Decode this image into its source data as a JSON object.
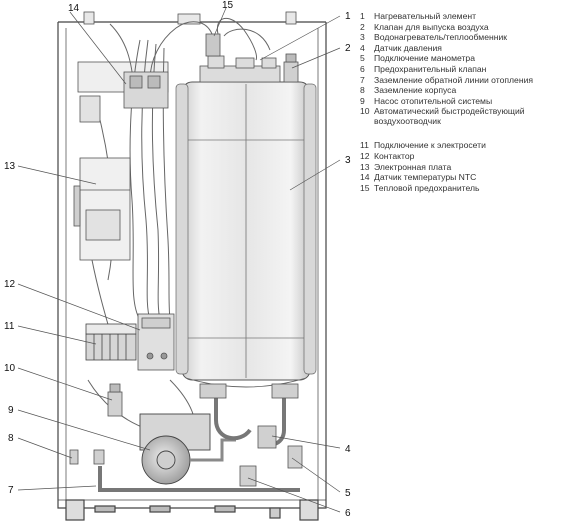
{
  "callouts": [
    {
      "id": "c1",
      "label": "1"
    },
    {
      "id": "c2",
      "label": "2"
    },
    {
      "id": "c3",
      "label": "3"
    },
    {
      "id": "c4",
      "label": "4"
    },
    {
      "id": "c5",
      "label": "5"
    },
    {
      "id": "c6",
      "label": "6"
    },
    {
      "id": "c7",
      "label": "7"
    },
    {
      "id": "c8",
      "label": "8"
    },
    {
      "id": "c9",
      "label": "9"
    },
    {
      "id": "c10",
      "label": "10"
    },
    {
      "id": "c11",
      "label": "11"
    },
    {
      "id": "c12",
      "label": "12"
    },
    {
      "id": "c13",
      "label": "13"
    },
    {
      "id": "c14",
      "label": "14"
    },
    {
      "id": "c15",
      "label": "15"
    }
  ],
  "legend": {
    "group1": [
      {
        "num": "1",
        "text": "Нагревательный элемент"
      },
      {
        "num": "2",
        "text": "Клапан для выпуска воздуха"
      },
      {
        "num": "3",
        "text": "Водонагреватель/теплообменник"
      },
      {
        "num": "4",
        "text": "Датчик давления"
      },
      {
        "num": "5",
        "text": "Подключение манометра"
      },
      {
        "num": "6",
        "text": "Предохранительный клапан"
      },
      {
        "num": "7",
        "text": "Заземление обратной линии отопления"
      },
      {
        "num": "8",
        "text": "Заземление корпуса"
      },
      {
        "num": "9",
        "text": "Насос отопительной системы"
      },
      {
        "num": "10",
        "text": "Автоматический быстродействующий воздухоотводчик"
      }
    ],
    "group2": [
      {
        "num": "11",
        "text": "Подключение к электросети"
      },
      {
        "num": "12",
        "text": "Контактор"
      },
      {
        "num": "13",
        "text": "Электронная плата"
      },
      {
        "num": "14",
        "text": "Датчик температуры NTC"
      },
      {
        "num": "15",
        "text": "Тепловой предохранитель"
      }
    ]
  }
}
